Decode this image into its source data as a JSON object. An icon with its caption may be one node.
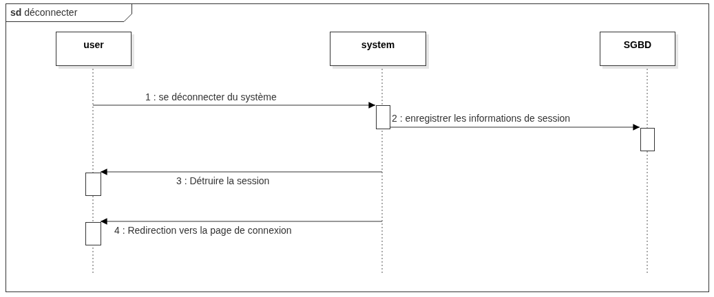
{
  "diagram": {
    "nodes": [
      {
        "text": [
          "**sd** déconnecter"
        ]
      },
      {
        "text": [
          "user"
        ],
        "in": 0
      },
      {
        "text": [
          "system"
        ],
        "in": 0
      },
      {
        "text": [
          "SGBD"
        ],
        "in": 0
      },
      {
        "text": [],
        "shape": "bar",
        "in": 0
      },
      {
        "text": [],
        "shape": "bar",
        "in": 0
      },
      {
        "text": [],
        "shape": "bar",
        "in": 0
      },
      {
        "text": [],
        "shape": "bar",
        "in": 0
      }
    ],
    "edges": [
      {
        "from": 1,
        "to": 4,
        "arrow": "to",
        "label": "1 : se déconnecter du système"
      },
      {
        "from": 4,
        "to": 5,
        "arrow": "to",
        "label": "2 : enregistrer les informations de session"
      },
      {
        "from": null,
        "to": 6,
        "arrow": "to",
        "label": "3 : Détruire la session"
      },
      {
        "from": null,
        "to": 7,
        "arrow": "to",
        "label": "4 : Redirection vers la page de connexion"
      }
    ]
  }
}
